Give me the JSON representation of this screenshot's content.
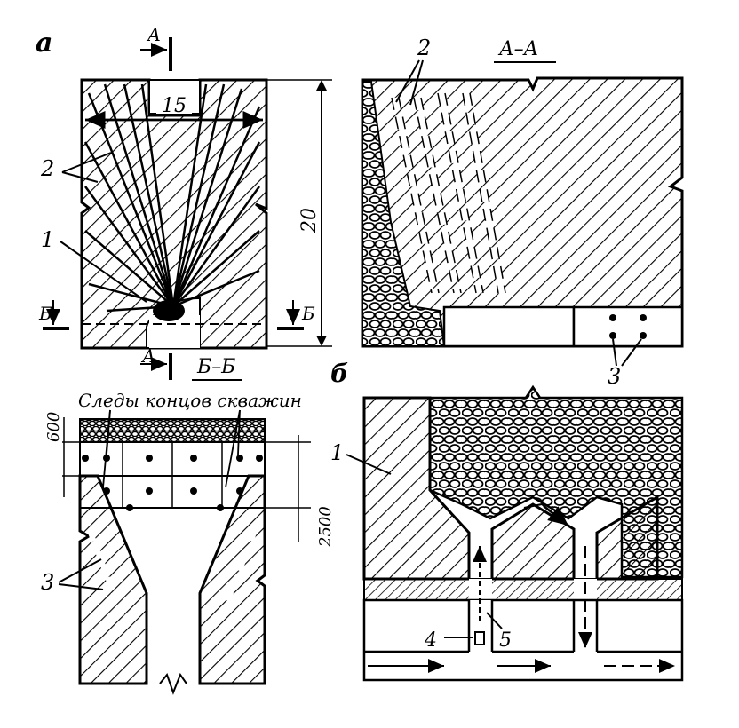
{
  "panel_labels": {
    "a": "а",
    "b": "б"
  },
  "section_titles": {
    "aa": "А–А",
    "bb": "Б–Б"
  },
  "cut_letters": {
    "a_top": "А",
    "a_bottom": "А",
    "b_left": "Б",
    "b_right": "Б"
  },
  "dimensions": {
    "width": "15",
    "height": "20",
    "d600": "600",
    "d2500": "2500"
  },
  "callouts": {
    "n1": "1",
    "n2": "2",
    "n3": "3",
    "aa_n2": "2",
    "aa_n3": "3",
    "bb_n3": "3",
    "b_n1": "1",
    "b_n4": "4",
    "b_n5": "5"
  },
  "annotation": "Следы концов скважин"
}
